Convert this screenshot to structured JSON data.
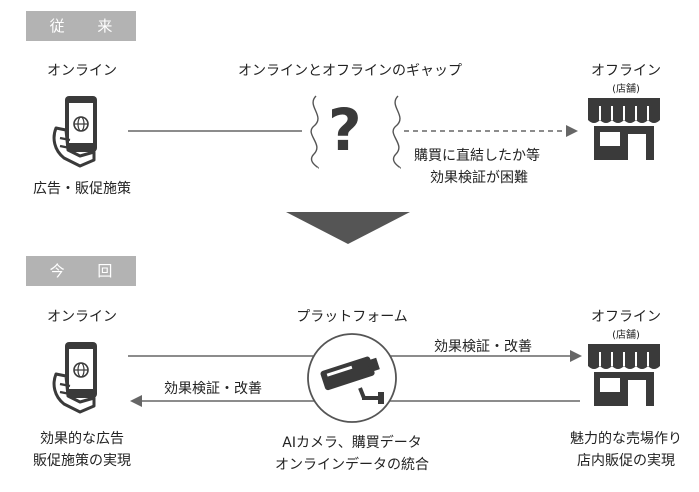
{
  "before": {
    "badge": "従 来",
    "online_label": "オンライン",
    "gap_label": "オンラインとオフラインのギャップ",
    "offline_label": "オフライン",
    "store_sub": "(店舗)",
    "online_caption": "広告・販促施策",
    "gap_note_1": "購買に直結したか等",
    "gap_note_2": "効果検証が困難",
    "question_mark": "?"
  },
  "after": {
    "badge": "今 回",
    "online_label": "オンライン",
    "platform_label": "プラットフォーム",
    "offline_label": "オフライン",
    "store_sub": "(店舗)",
    "arrow_right_label": "効果検証・改善",
    "arrow_left_label": "効果検証・改善",
    "online_caption_1": "効果的な広告",
    "online_caption_2": "販促施策の実現",
    "platform_caption_1": "AIカメラ、購買データ",
    "platform_caption_2": "オンラインデータの統合",
    "offline_caption_1": "魅力的な売場作り",
    "offline_caption_2": "店内販促の実現"
  },
  "colors": {
    "badge_bg": "#b3b3b3",
    "icon_dark": "#3a3a3a",
    "arrow_gray": "#666666",
    "down_arrow": "#555555"
  }
}
